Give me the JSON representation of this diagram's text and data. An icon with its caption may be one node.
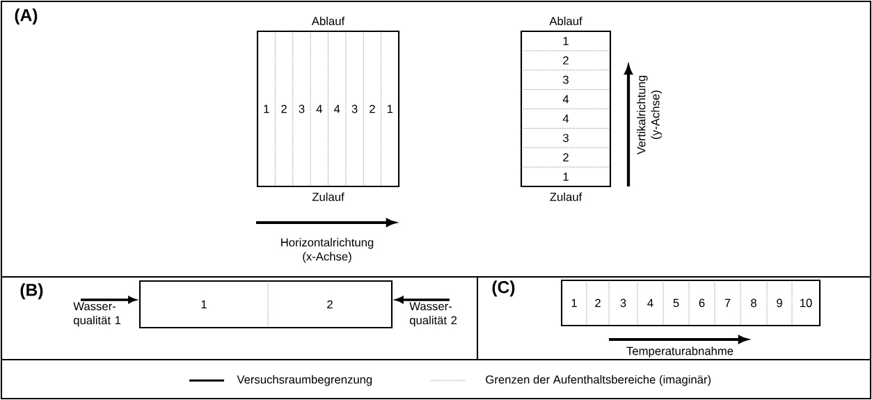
{
  "diagram": {
    "nodes": [
      {
        "text": [
          "Ablauf",
          "Zulauf"
        ]
      },
      {
        "text": [
          "1"
        ],
        "in": 0
      },
      {
        "text": [
          "2"
        ],
        "in": 0
      },
      {
        "text": [
          "3"
        ],
        "in": 0
      },
      {
        "text": [
          "4"
        ],
        "in": 0
      },
      {
        "text": [
          "4"
        ],
        "in": 0
      },
      {
        "text": [
          "3"
        ],
        "in": 0
      },
      {
        "text": [
          "2"
        ],
        "in": 0
      },
      {
        "text": [
          "1"
        ],
        "in": 0
      },
      {
        "text": [
          "Ablauf",
          "Zulauf"
        ]
      },
      {
        "text": [
          "1"
        ],
        "in": 9
      },
      {
        "text": [
          "2"
        ],
        "in": 9
      },
      {
        "text": [
          "3"
        ],
        "in": 9
      },
      {
        "text": [
          "4"
        ],
        "in": 9
      },
      {
        "text": [
          "4"
        ],
        "in": 9
      },
      {
        "text": [
          "3"
        ],
        "in": 9
      },
      {
        "text": [
          "2"
        ],
        "in": 9
      },
      {
        "text": [
          "1"
        ],
        "in": 9
      },
      {
        "text": [
          "Wasser- qualität 1"
        ]
      },
      {
        "text": [],
        "shape": "box"
      },
      {
        "text": [
          "1"
        ],
        "in": 19
      },
      {
        "text": [
          "2"
        ],
        "in": 19
      },
      {
        "text": [
          "Wasser- qualität 2"
        ]
      },
      {
        "text": [],
        "shape": "box"
      },
      {
        "text": [
          "1"
        ],
        "in": 23
      },
      {
        "text": [
          "2"
        ],
        "in": 23
      },
      {
        "text": [
          "3"
        ],
        "in": 23
      },
      {
        "text": [
          "4"
        ],
        "in": 23
      },
      {
        "text": [
          "5"
        ],
        "in": 23
      },
      {
        "text": [
          "6"
        ],
        "in": 23
      },
      {
        "text": [
          "7"
        ],
        "in": 23
      },
      {
        "text": [
          "8"
        ],
        "in": 23
      },
      {
        "text": [
          "9"
        ],
        "in": 23
      },
      {
        "text": [
          "10"
        ],
        "in": 23
      }
    ],
    "edges": [
      {
        "from": 18,
        "to": 19,
        "arrow": "to"
      },
      {
        "from": 22,
        "to": 19,
        "arrow": "to"
      }
    ],
    "labels": [
      "(A)",
      "Vertikalrichtung (y-Achse)",
      "Horizontalrichtung (x-Achse)",
      "(B)",
      "(C)",
      "Temperaturabnahme"
    ],
    "legend": [
      {
        "text": "Versuchsraumbegrenzung"
      },
      {
        "text": "Grenzen der Aufenthaltsbereiche (imaginär)"
      }
    ]
  }
}
